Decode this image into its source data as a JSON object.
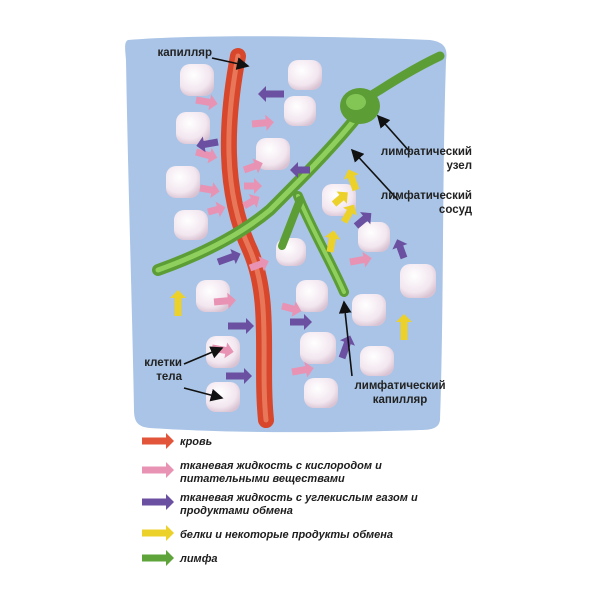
{
  "labels": {
    "capillary": "капилляр",
    "lymph_node": [
      "лимфатический",
      "узел"
    ],
    "lymph_vessel": [
      "лимфатический",
      "сосуд"
    ],
    "body_cells": [
      "клетки",
      "тела"
    ],
    "lymph_capillary": [
      "лимфатический",
      "капилляр"
    ]
  },
  "legend": [
    {
      "color": "#e2553a",
      "text": [
        "кровь"
      ]
    },
    {
      "color": "#e893b4",
      "text": [
        "тканевая жидкость с кислородом и",
        "питательными веществами"
      ]
    },
    {
      "color": "#6b4fa0",
      "text": [
        "тканевая жидкость с углекислым газом и",
        "продуктами обмена"
      ]
    },
    {
      "color": "#ecd12a",
      "text": [
        "белки и некоторые продукты обмена"
      ]
    },
    {
      "color": "#5ea43a",
      "text": [
        "лимфа"
      ]
    }
  ],
  "colors": {
    "background": "#a9c4e6",
    "blood": "#e2553a",
    "lymph": "#73b745",
    "cell": "#f3e8f0"
  }
}
